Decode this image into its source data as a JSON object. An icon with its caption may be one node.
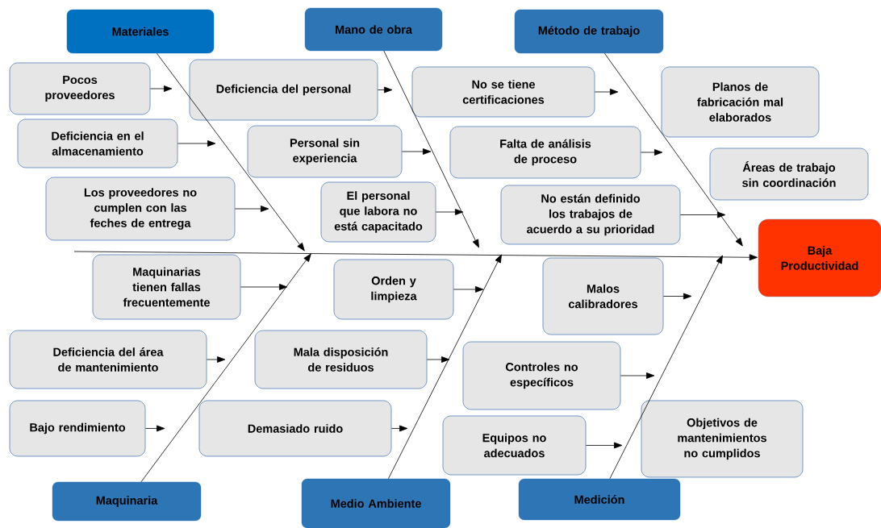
{
  "diagram": {
    "nodes": [
      {
        "text": [
          "Materiales"
        ]
      },
      {
        "text": [
          "Mano de obra"
        ]
      },
      {
        "text": [
          "Método de trabajo"
        ]
      },
      {
        "text": [
          "Pocos proveedores"
        ]
      },
      {
        "text": [
          "Deficiencia del personal"
        ]
      },
      {
        "text": [
          "No se tiene certificaciones"
        ]
      },
      {
        "text": [
          "Planos de fabricación mal elaborados"
        ]
      },
      {
        "text": [
          "Deficiencia en el almacenamiento"
        ]
      },
      {
        "text": [
          "Personal sin experiencia"
        ]
      },
      {
        "text": [
          "Falta de análisis de proceso"
        ]
      },
      {
        "text": [
          "Áreas de trabajo sin coordinación"
        ]
      },
      {
        "text": [
          "Los proveedores no cumplen con las feches de entrega"
        ]
      },
      {
        "text": [
          "El personal que labora no está capacitado"
        ]
      },
      {
        "text": [
          "No están definido los trabajos de acuerdo a su prioridad"
        ]
      },
      {
        "text": [
          "Baja Productividad"
        ]
      },
      {
        "text": [
          "Maquinarias tienen fallas frecuentemente"
        ]
      },
      {
        "text": [
          "Orden y limpieza"
        ]
      },
      {
        "text": [
          "Malos calibradores"
        ]
      },
      {
        "text": [
          "Deficiencia del área de mantenimiento"
        ]
      },
      {
        "text": [
          "Mala disposición de residuos"
        ]
      },
      {
        "text": [
          "Controles no específicos"
        ]
      },
      {
        "text": [
          "Bajo rendimiento"
        ]
      },
      {
        "text": [
          "Demasiado ruido"
        ]
      },
      {
        "text": [
          "Equipos no adecuados"
        ]
      },
      {
        "text": [
          "Objetivos de mantenimientos no cumplidos"
        ]
      },
      {
        "text": [
          "Maquinaria"
        ]
      },
      {
        "text": [
          "Medio Ambiente"
        ]
      },
      {
        "text": [
          "Medición"
        ]
      }
    ],
    "edges": [
      {
        "from": null,
        "to": 14,
        "arrow": "to"
      },
      {
        "from": 0,
        "to": null,
        "arrow": "to"
      },
      {
        "from": 1,
        "to": null,
        "arrow": "to"
      },
      {
        "from": 2,
        "to": null,
        "arrow": "to"
      },
      {
        "from": 25,
        "to": null,
        "arrow": "to"
      },
      {
        "from": 26,
        "to": null,
        "arrow": "to"
      },
      {
        "from": 27,
        "to": null,
        "arrow": "to"
      },
      {
        "from": 3,
        "to": null,
        "arrow": "to"
      },
      {
        "from": 7,
        "to": null,
        "arrow": "to"
      },
      {
        "from": 11,
        "to": null,
        "arrow": "to"
      },
      {
        "from": 4,
        "to": null,
        "arrow": "to"
      },
      {
        "from": 8,
        "to": null,
        "arrow": "to"
      },
      {
        "from": 12,
        "to": null,
        "arrow": "to"
      },
      {
        "from": 5,
        "to": null,
        "arrow": "to"
      },
      {
        "from": 9,
        "to": null,
        "arrow": "to"
      },
      {
        "from": 13,
        "to": null,
        "arrow": "to"
      },
      {
        "from": 15,
        "to": null,
        "arrow": "to"
      },
      {
        "from": 18,
        "to": null,
        "arrow": "to"
      },
      {
        "from": 21,
        "to": null,
        "arrow": "to"
      },
      {
        "from": 16,
        "to": null,
        "arrow": "to"
      },
      {
        "from": 19,
        "to": null,
        "arrow": "to"
      },
      {
        "from": 22,
        "to": null,
        "arrow": "to"
      },
      {
        "from": 17,
        "to": null,
        "arrow": "to"
      },
      {
        "from": 20,
        "to": null,
        "arrow": "to"
      },
      {
        "from": 23,
        "to": null,
        "arrow": "to"
      }
    ]
  }
}
